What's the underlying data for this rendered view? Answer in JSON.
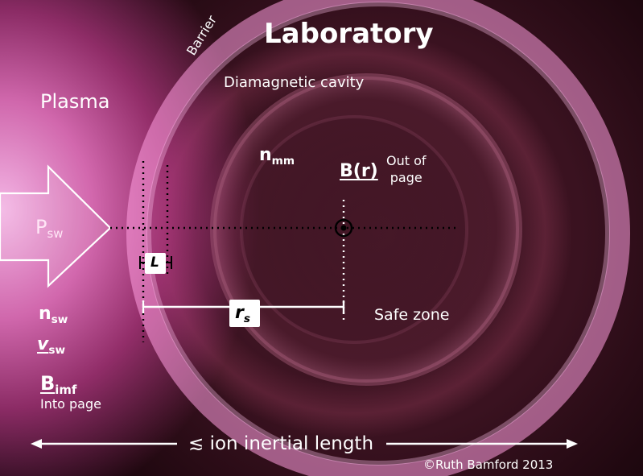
{
  "title": "Laboratory",
  "labels": {
    "barrier": "Barrier",
    "diamagnetic_cavity": "Diamagnetic cavity",
    "plasma": "Plasma",
    "n_mm_main": "n",
    "n_mm_sub": "mm",
    "b_r": "B(r)",
    "out_of_page": "Out of\npage",
    "p_sw_main": "P",
    "p_sw_sub": "sw",
    "L": "L",
    "n_sw_main": "n",
    "n_sw_sub": "sw",
    "v_sw_main": "v",
    "v_sw_sub": "sw",
    "r_s_main": "r",
    "r_s_sub": "s",
    "safe_zone": "Safe zone",
    "b_imf_main": "B",
    "b_imf_sub": "imf",
    "into_page": "Into page",
    "ion_inertial_length": "≲ ion inertial length",
    "copyright": "©Ruth Bamford 2013"
  },
  "colors": {
    "plasma": "#f5a6dc",
    "background": "#2a0c18",
    "line": "#000000",
    "arrow": "#ffffff"
  }
}
